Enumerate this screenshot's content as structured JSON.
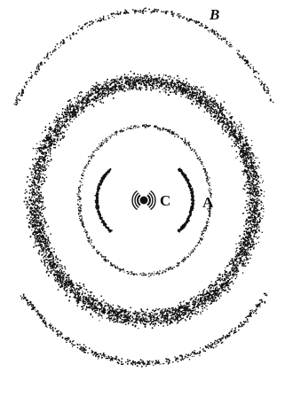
{
  "figure": {
    "labels": {
      "a": "A",
      "b": "B",
      "c": "C"
    },
    "colors": {
      "ink": "#111111",
      "background": "#ffffff"
    }
  }
}
